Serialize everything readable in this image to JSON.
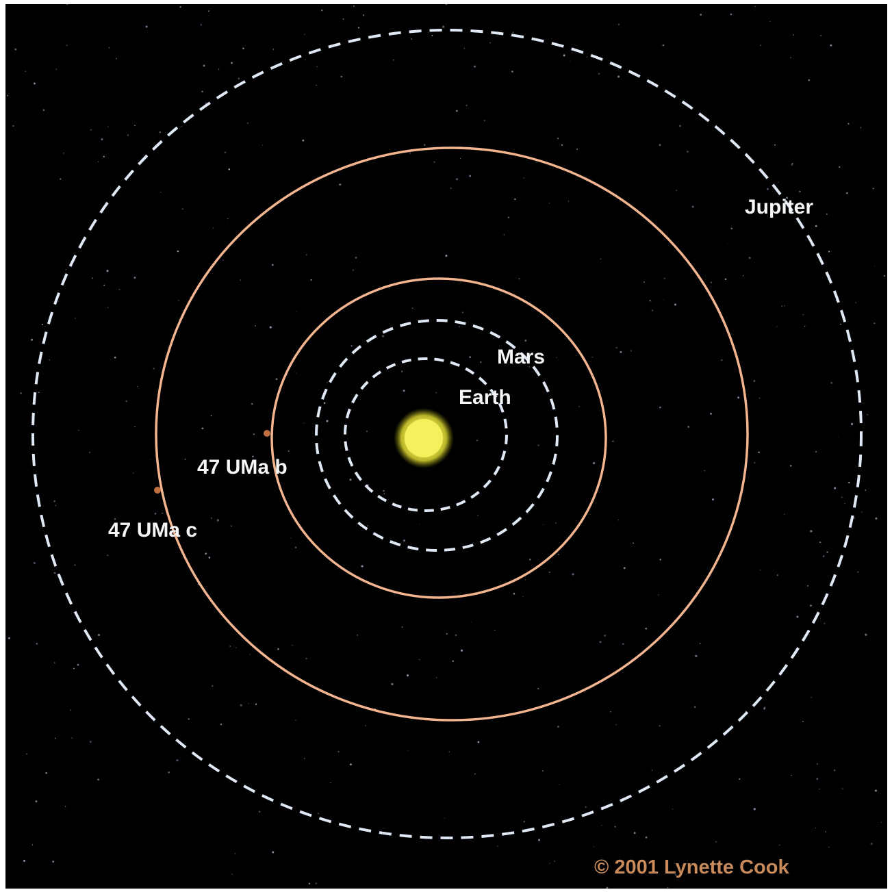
{
  "labels": {
    "jupiter": "Jupiter",
    "mars": "Mars",
    "earth": "Earth",
    "planet_b": "47 UMa b",
    "planet_c": "47 UMa c"
  },
  "credit": "© 2001 Lynette Cook",
  "colors": {
    "background": "#000000",
    "solar_system_orbit": "#dfe8f5",
    "exoplanet_orbit": "#f2b590",
    "label_text": "#f4f6f8",
    "credit_text": "#c88a5a",
    "star": "#f4f25c"
  }
}
